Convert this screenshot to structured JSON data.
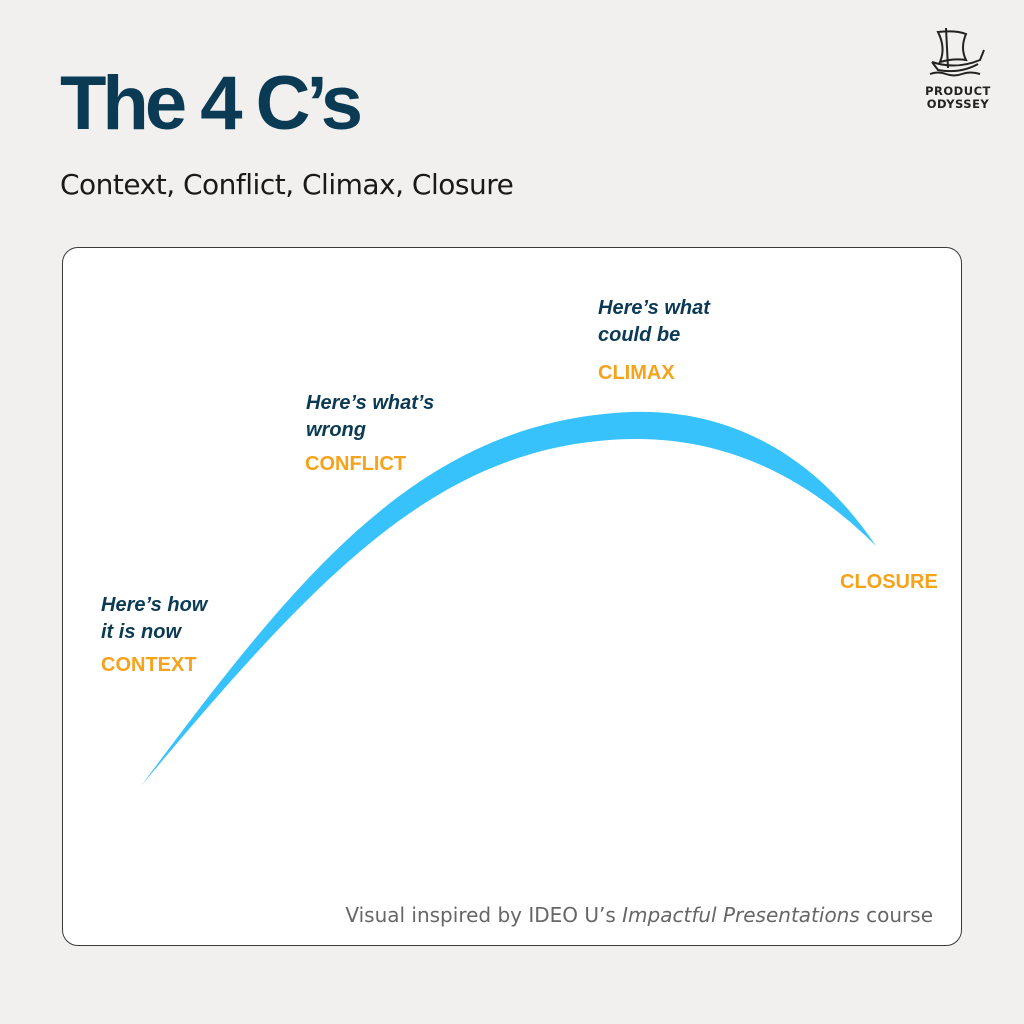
{
  "header": {
    "title": "The 4 C’s",
    "subtitle": "Context, Conflict, Climax, Closure"
  },
  "logo": {
    "line1": "PRODUCT",
    "line2": "ODYSSEY",
    "icon": "ship-icon"
  },
  "stages": [
    {
      "note": "Here’s how it is now",
      "note_l1": "Here’s how",
      "note_l2": "it is now",
      "label": "CONTEXT"
    },
    {
      "note": "Here’s what’s wrong",
      "note_l1": "Here’s what’s",
      "note_l2": "wrong",
      "label": "CONFLICT"
    },
    {
      "note": "Here’s what could be",
      "note_l1": "Here’s what",
      "note_l2": "could be",
      "label": "CLIMAX"
    },
    {
      "label": "CLOSURE"
    }
  ],
  "credit": {
    "prefix": "Visual inspired by IDEO U’s ",
    "course": "Impactful Presentations",
    "suffix": " course"
  },
  "colors": {
    "navy": "#0b3a55",
    "orange": "#f5a31a",
    "curve": "#38c2fb"
  }
}
